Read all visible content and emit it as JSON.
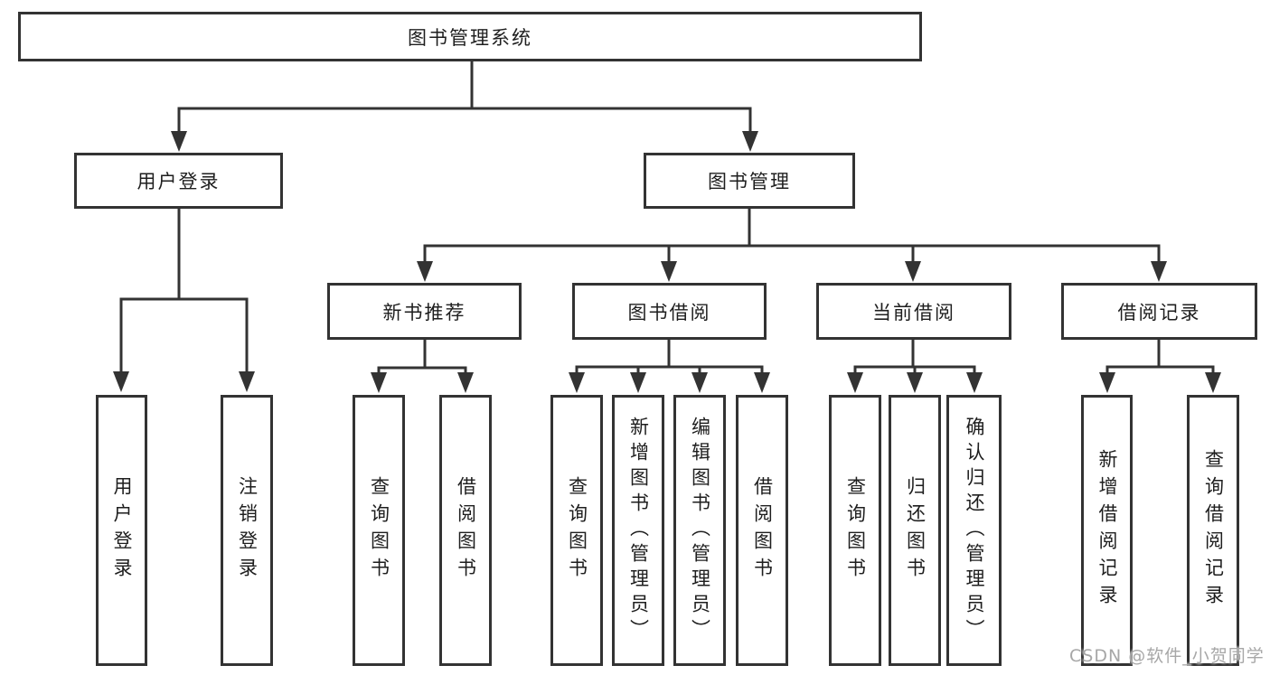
{
  "diagram": {
    "root": {
      "label": "图书管理系统"
    },
    "branches": [
      {
        "label": "用户登录",
        "children": [
          {
            "label": "用户登录"
          },
          {
            "label": "注销登录"
          }
        ]
      },
      {
        "label": "图书管理",
        "children": [
          {
            "label": "新书推荐",
            "children": [
              {
                "label": "查询图书"
              },
              {
                "label": "借阅图书"
              }
            ]
          },
          {
            "label": "图书借阅",
            "children": [
              {
                "label": "查询图书"
              },
              {
                "label": "新增图书（管理员）"
              },
              {
                "label": "编辑图书（管理员）"
              },
              {
                "label": "借阅图书"
              }
            ]
          },
          {
            "label": "当前借阅",
            "children": [
              {
                "label": "查询图书"
              },
              {
                "label": "归还图书"
              },
              {
                "label": "确认归还（管理员）"
              }
            ]
          },
          {
            "label": "借阅记录",
            "children": [
              {
                "label": "新增借阅记录"
              },
              {
                "label": "查询借阅记录"
              }
            ]
          }
        ]
      }
    ]
  },
  "watermark": {
    "text": "CSDN @软件_小贺同学"
  },
  "colors": {
    "line": "#333333",
    "box_border": "#333333",
    "text": "#1e1e1e",
    "watermark": "#a7a7a7",
    "background": "#ffffff"
  }
}
